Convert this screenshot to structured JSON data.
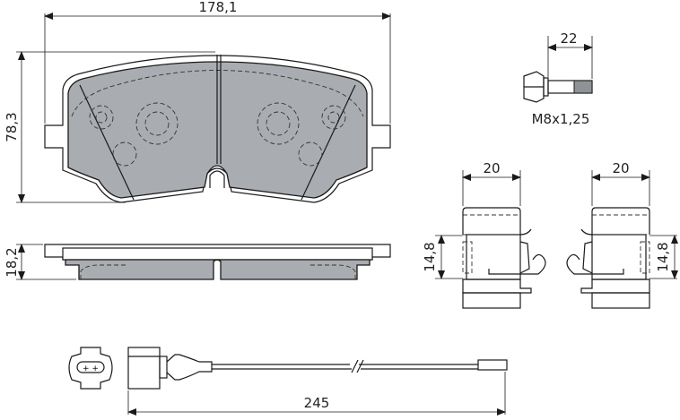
{
  "dimensions": {
    "pad_width": "178,1",
    "pad_height": "78,3",
    "pad_thickness": "18,2",
    "bolt_length": "22",
    "bolt_thread": "M8x1,25",
    "clip_left_width": "20",
    "clip_left_height": "14,8",
    "clip_right_width": "20",
    "clip_right_height": "14,8",
    "sensor_length": "245"
  },
  "colors": {
    "friction_material": "#a9adb1",
    "line": "#1a1a1a"
  }
}
